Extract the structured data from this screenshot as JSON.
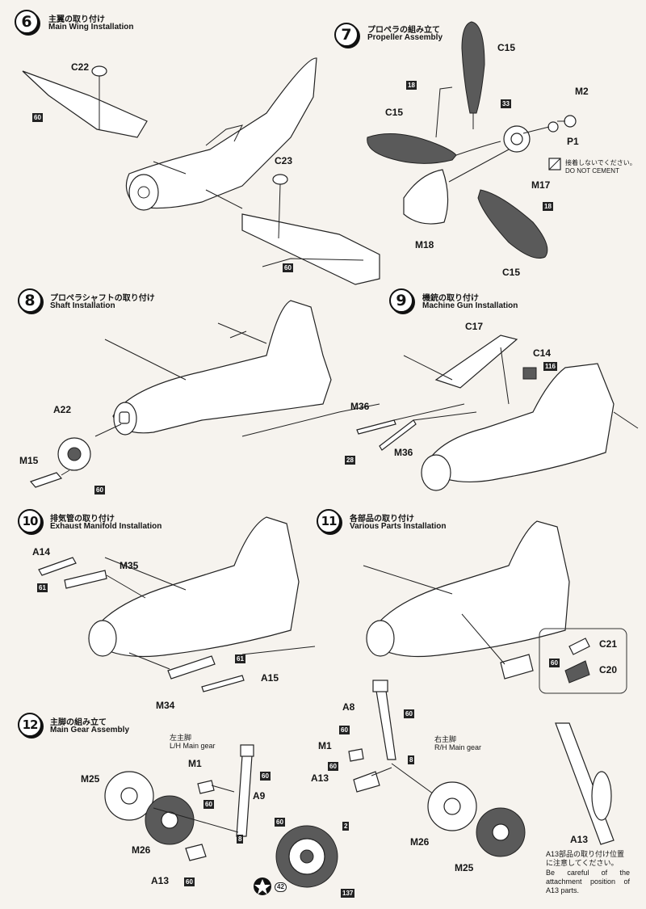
{
  "steps": [
    {
      "num": "6",
      "jp": "主翼の取り付け",
      "en": "Main Wing Installation"
    },
    {
      "num": "7",
      "jp": "プロペラの組み立て",
      "en": "Propeller Assembly"
    },
    {
      "num": "8",
      "jp": "プロペラシャフトの取り付け",
      "en": "Shaft Installation"
    },
    {
      "num": "9",
      "jp": "機銃の取り付け",
      "en": "Machine Gun Installation"
    },
    {
      "num": "10",
      "jp": "排気管の取り付け",
      "en": "Exhaust Manifold Installation"
    },
    {
      "num": "11",
      "jp": "各部品の取り付け",
      "en": "Various Parts Installation"
    },
    {
      "num": "12",
      "jp": "主脚の組み立て",
      "en": "Main Gear Assembly"
    }
  ],
  "parts": {
    "s6": {
      "c22": "C22",
      "c23": "C23",
      "p60a": "60",
      "p60b": "60"
    },
    "s7": {
      "c15a": "C15",
      "c15b": "C15",
      "c15c": "C15",
      "m2": "M2",
      "p1": "P1",
      "m17": "M17",
      "m18": "M18",
      "p18a": "18",
      "p18b": "18",
      "p33": "33"
    },
    "s8": {
      "a22": "A22",
      "m15": "M15",
      "p60": "60"
    },
    "s9": {
      "c17": "C17",
      "c14": "C14",
      "m36a": "M36",
      "m36b": "M36",
      "p116": "116",
      "p28": "28"
    },
    "s10": {
      "a14": "A14",
      "m35": "M35",
      "m34": "M34",
      "a15": "A15",
      "p61a": "61",
      "p61b": "61"
    },
    "s11": {
      "c21": "C21",
      "c20": "C20",
      "p60": "60"
    },
    "s12": {
      "m25a": "M25",
      "m26a": "M26",
      "m1a": "M1",
      "a9": "A9",
      "a13a": "A13",
      "m1b": "M1",
      "a8": "A8",
      "a13b": "A13",
      "m26b": "M26",
      "m25b": "M25",
      "a13c": "A13",
      "p60a": "60",
      "p60b": "60",
      "p60c": "60",
      "p60d": "60",
      "p60e": "60",
      "p60f": "60",
      "p60g": "60",
      "p8a": "8",
      "p8b": "8",
      "p2": "2",
      "p137": "137",
      "p42": "42"
    }
  },
  "cement": {
    "jp": "接着しないでください。",
    "en": "DO NOT CEMENT"
  },
  "gear": {
    "left_jp": "左主脚",
    "left_en": "L/H Main gear",
    "right_jp": "右主脚",
    "right_en": "R/H Main gear"
  },
  "caution": {
    "jp": "A13部品の取り付け位置に注意してください。",
    "en": "Be careful of the attachment position of A13 parts."
  }
}
